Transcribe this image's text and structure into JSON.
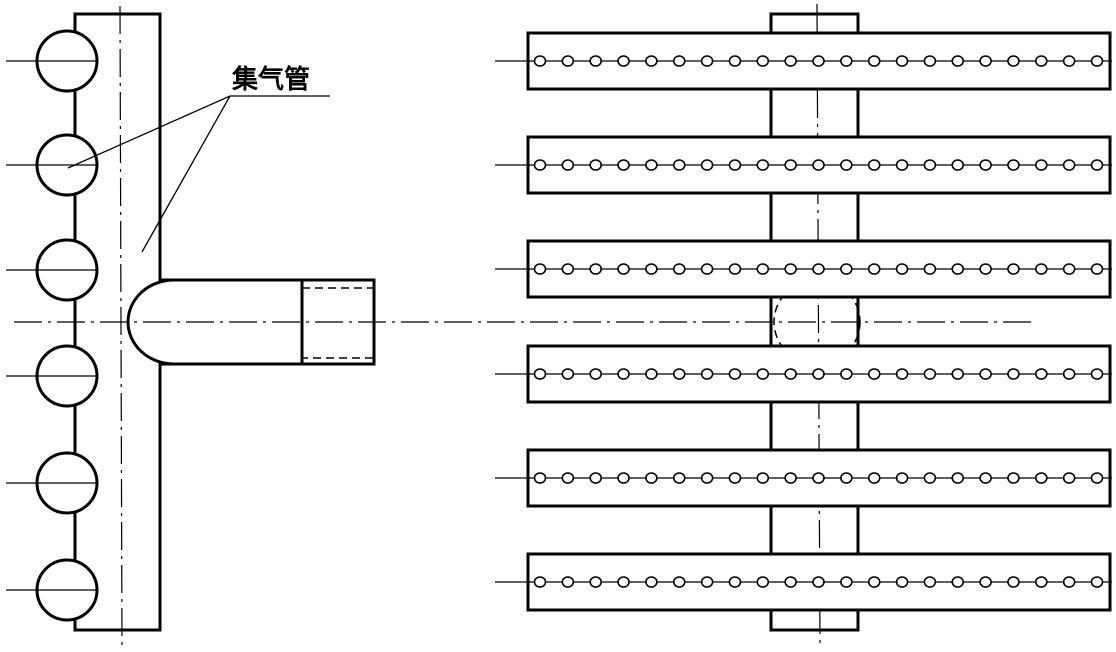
{
  "labels": {
    "manifold": "集气管"
  },
  "side_view": {
    "tube_end_count": 6
  },
  "plan_view": {
    "tube_rows": 6,
    "holes_per_row": 21
  }
}
